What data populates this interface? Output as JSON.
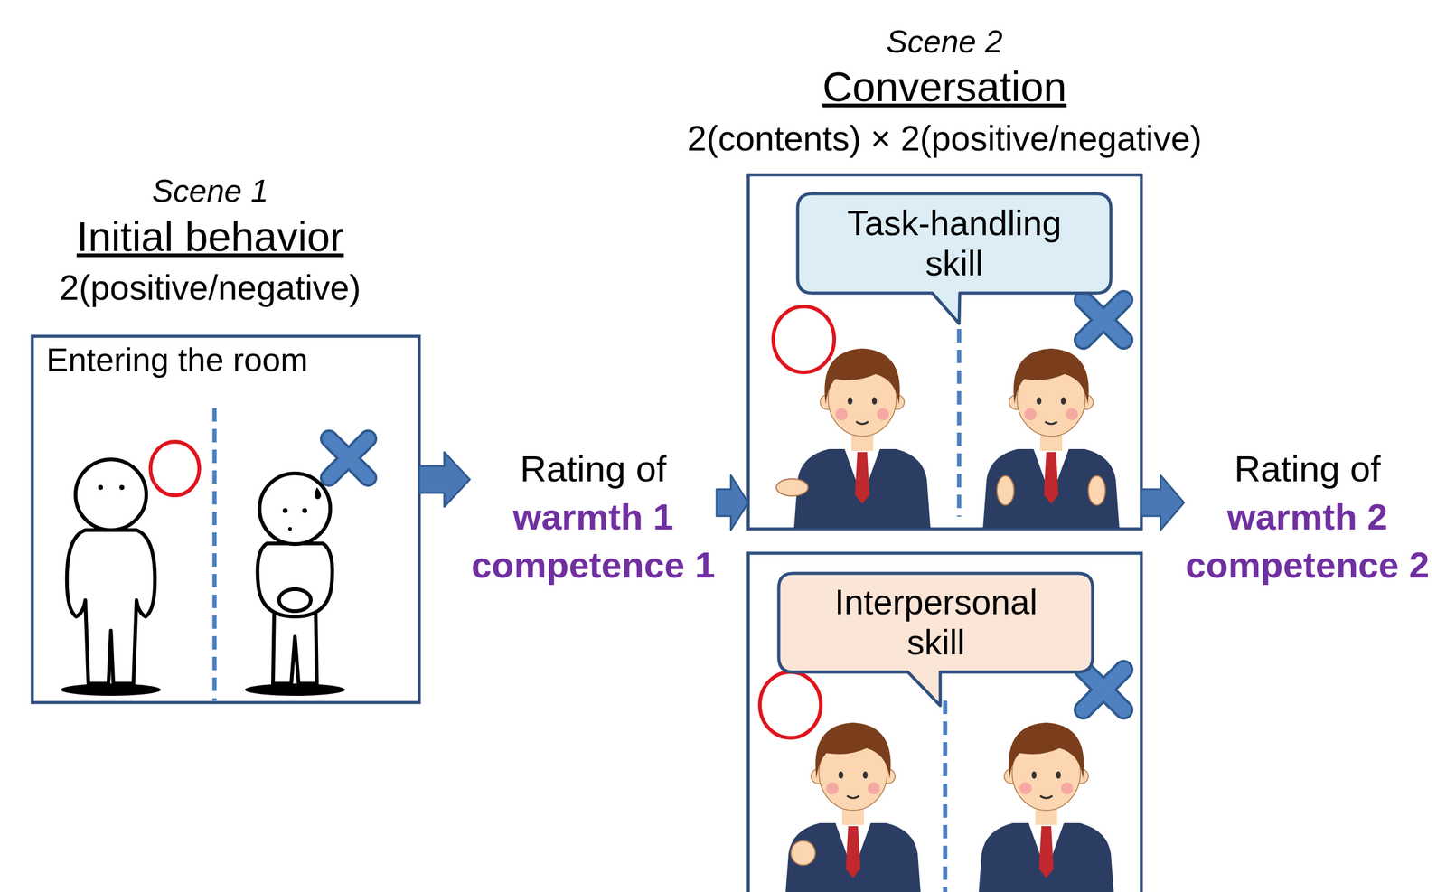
{
  "diagram": {
    "nodes": [
      {
        "text": [
          "Scene 1",
          "Initial behavior",
          "2(positive/negative)",
          "Entering the room"
        ]
      },
      {
        "text": [
          "Rating of",
          "warmth 1",
          "competence 1"
        ]
      },
      {
        "text": [
          "Scene 2",
          "Conversation",
          "2(contents) × 2(positive/negative)"
        ]
      },
      {
        "text": [
          "Task-handling skill"
        ],
        "in": 2
      },
      {
        "text": [
          "Interpersonal skill"
        ],
        "in": 2
      },
      {
        "text": [
          "Rating of",
          "warmth 2",
          "competence 2"
        ]
      }
    ],
    "edges": [
      {
        "from": 0,
        "to": 1,
        "arrow": "to"
      },
      {
        "from": 1,
        "to": 2,
        "arrow": "to"
      },
      {
        "from": 2,
        "to": 5,
        "arrow": "to"
      }
    ]
  }
}
